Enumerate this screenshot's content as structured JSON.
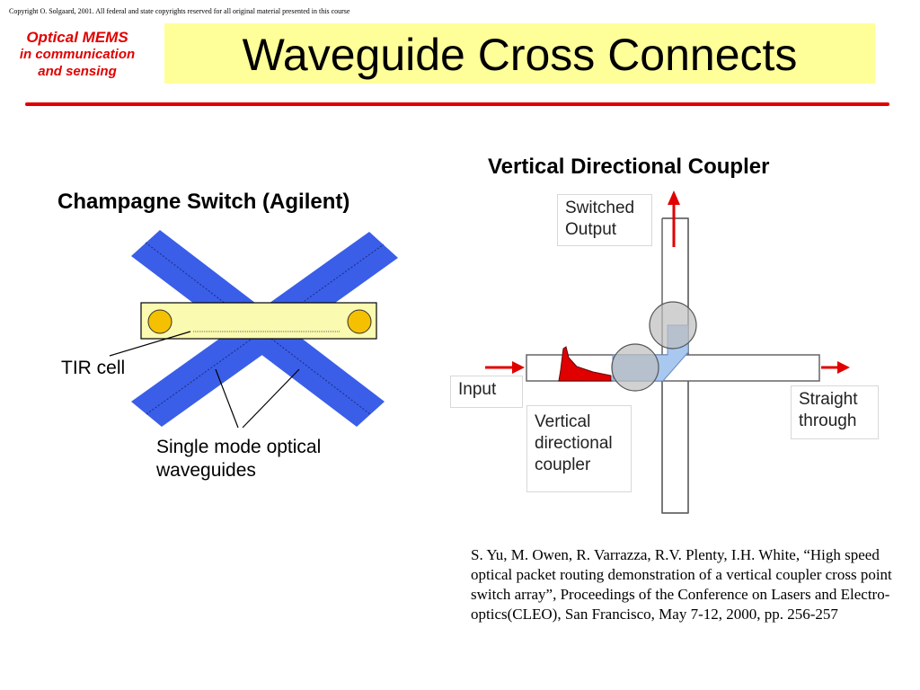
{
  "header": {
    "copyright": "Copyright O. Solgaard, 2001. All federal and state copyrights reserved for all original material presented in this course",
    "course_line1": "Optical MEMS",
    "course_line2": "in communication",
    "course_line3": "and sensing",
    "title": "Waveguide Cross Connects"
  },
  "left_diagram": {
    "heading": "Champagne Switch (Agilent)",
    "tir_label": "TIR cell",
    "waveguide_label_line1": "Single mode optical",
    "waveguide_label_line2": "waveguides"
  },
  "right_diagram": {
    "heading": "Vertical Directional Coupler",
    "switched_output_line1": "Switched",
    "switched_output_line2": "Output",
    "input": "Input",
    "straight_line1": "Straight",
    "straight_line2": "through",
    "coupler_line1": "Vertical",
    "coupler_line2": "directional",
    "coupler_line3": "coupler"
  },
  "reference": "S. Yu, M. Owen, R. Varrazza, R.V. Plenty, I.H. White,  “High speed optical packet routing demonstration of a vertical coupler cross point switch array”, Proceedings of the Conference on Lasers and Electro-optics(CLEO), San Francisco, May 7-12, 2000, pp. 256-257",
  "colors": {
    "accent_red": "#e00000",
    "title_background": "#ffff9a",
    "waveguide_blue": "#3a5ee8",
    "tir_cell_yellow": "#fafab0",
    "coupler_light_blue": "#a8c8f0"
  },
  "icons": [
    "input-arrow-icon",
    "output-arrow-icon",
    "switched-output-arrow-icon",
    "optical-pulse-icon"
  ]
}
